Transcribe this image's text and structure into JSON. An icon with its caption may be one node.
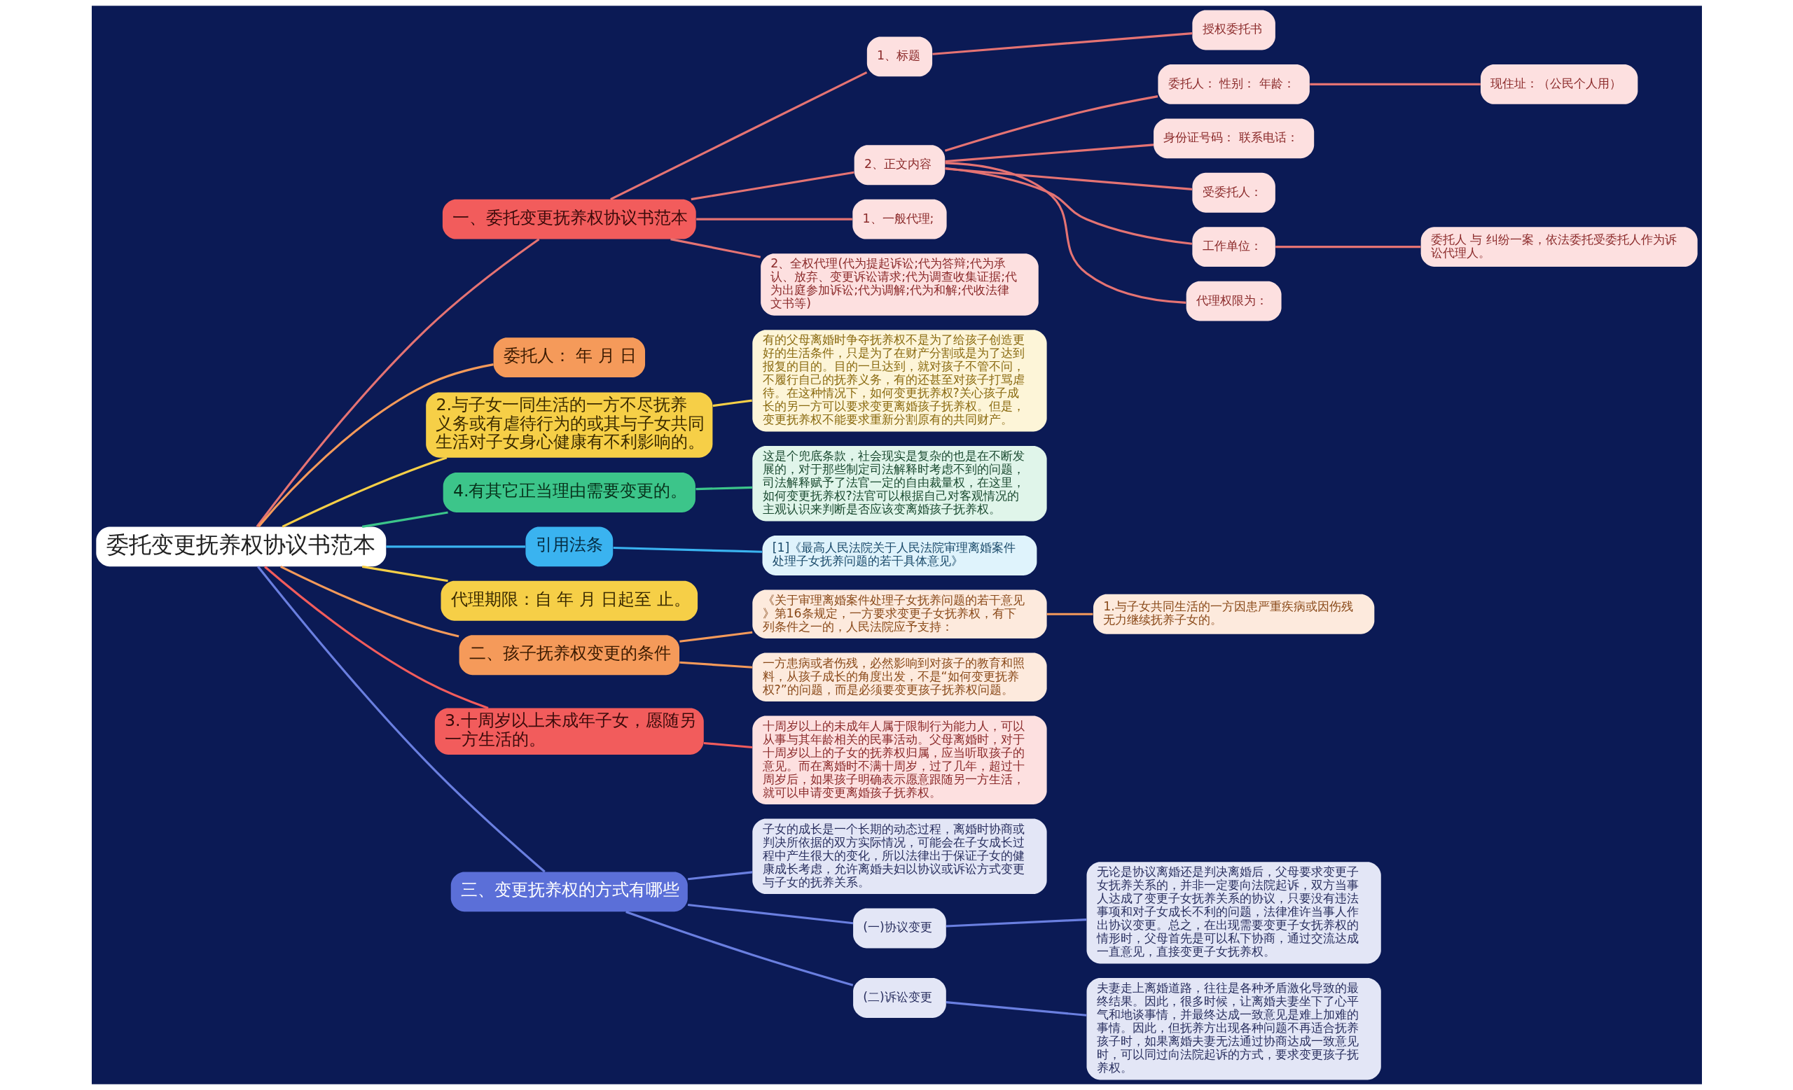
{
  "diagram": {
    "nodes": [
      {
        "text": [
          "委托变更抚养权协议书范本"
        ]
      },
      {
        "text": [
          "一、委托变更抚养权协议书范本"
        ]
      },
      {
        "text": [
          "1、标题"
        ]
      },
      {
        "text": [
          "授权委托书"
        ]
      },
      {
        "text": [
          "2、正文内容"
        ]
      },
      {
        "text": [
          "委托人： 性别： 年龄："
        ]
      },
      {
        "text": [
          "现住址：（公民个人用）"
        ]
      },
      {
        "text": [
          "身份证号码： 联系电话："
        ]
      },
      {
        "text": [
          "受委托人："
        ]
      },
      {
        "text": [
          "工作单位："
        ]
      },
      {
        "text": [
          "委托人 与 纠纷一案，依法委托受委托人作为诉讼代理人。"
        ]
      },
      {
        "text": [
          "代理权限为："
        ]
      },
      {
        "text": [
          "1、一般代理;"
        ]
      },
      {
        "text": [
          "2、全权代理(代为提起诉讼;代为答辩;代为承认、放弃、变更诉讼请求;代为调查收集证据;代为出庭参加诉讼;代为调解;代为和解;代收法律文书等)"
        ]
      },
      {
        "text": [
          "委托人： 年 月 日"
        ]
      },
      {
        "text": [
          "2.与子女一同生活的一方不尽抚养义务或有虐待行为的或其与子女共同生活对子女身心健康有不利影响的。"
        ]
      },
      {
        "text": [
          "有的父母离婚时争夺抚养权不是为了给孩子创造更好的生活条件，只是为了在财产分割或是为了达到报复的目的。目的一旦达到，就对孩子不管不问，不履行自己的抚养义务，有的还甚至对孩子打骂虐待。在这种情况下，如何变更抚养权?关心孩子成长的另一方可以要求变更离婚孩子抚养权。但是，变更抚养权不能要求重新分割原有的共同财产。"
        ]
      },
      {
        "text": [
          "4.有其它正当理由需要变更的。"
        ]
      },
      {
        "text": [
          "这是个兜底条款，社会现实是复杂的也是在不断发展的，对于那些制定司法解释时考虑不到的问题，司法解释赋予了法官一定的自由裁量权，在这里，如何变更抚养权?法官可以根据自己对客观情况的主观认识来判断是否应该变离婚孩子抚养权。"
        ]
      },
      {
        "text": [
          "引用法条"
        ]
      },
      {
        "text": [
          "[1]《最高人民法院关于人民法院审理离婚案件处理子女抚养问题的若干具体意见》"
        ]
      },
      {
        "text": [
          "代理期限：自 年 月 日起至 止。"
        ]
      },
      {
        "text": [
          "二、孩子抚养权变更的条件"
        ]
      },
      {
        "text": [
          "《关于审理离婚案件处理子女抚养问题的若干意见》第16条规定，一方要求变更子女抚养权，有下列条件之一的，人民法院应予支持："
        ]
      },
      {
        "text": [
          "1.与子女共同生活的一方因患严重疾病或因伤残无力继续抚养子女的。"
        ]
      },
      {
        "text": [
          "一方患病或者伤残，必然影响到对孩子的教育和照料，从孩子成长的角度出发，不是“如何变更抚养权?”的问题，而是必须要变更孩子抚养权问题。"
        ]
      },
      {
        "text": [
          "3.十周岁以上未成年子女，愿随另一方生活的。"
        ]
      },
      {
        "text": [
          "十周岁以上的未成年人属于限制行为能力人，可以从事与其年龄相关的民事活动。父母离婚时，对于十周岁以上的子女的抚养权归属，应当听取孩子的意见。而在离婚时不满十周岁，过了几年，超过十周岁后，如果孩子明确表示愿意跟随另一方生活，就可以申请变更离婚孩子抚养权。"
        ]
      },
      {
        "text": [
          "三、变更抚养权的方式有哪些"
        ]
      },
      {
        "text": [
          "子女的成长是一个长期的动态过程，离婚时协商或判决所依据的双方实际情况，可能会在子女成长过程中产生很大的变化，所以法律出于保证子女的健康成长考虑，允许离婚夫妇以协议或诉讼方式变更与子女的抚养关系。"
        ]
      },
      {
        "text": [
          "(一)协议变更"
        ]
      },
      {
        "text": [
          "无论是协议离婚还是判决离婚后，父母要求变更子女抚养关系的，并非一定要向法院起诉，双方当事人达成了变更子女抚养关系的协议，只要没有违法事项和对子女成长不利的问题，法律准许当事人作出协议变更。总之，在出现需要变更子女抚养权的情形时，父母首先是可以私下协商，通过交流达成一直意见，直接变更子女抚养权。"
        ]
      },
      {
        "text": [
          "(二)诉讼变更"
        ]
      },
      {
        "text": [
          "夫妻走上离婚道路，往往是各种矛盾激化导致的最终结果。因此，很多时候，让离婚夫妻坐下了心平气和地谈事情，并最终达成一致意见是难上加难的事情。因此，但抚养方出现各种问题不再适合抚养孩子时，如果离婚夫妻无法通过协商达成一致意见时，可以同过向法院起诉的方式，要求变更孩子抚养权。"
        ]
      }
    ],
    "edges": [
      {
        "from": 0,
        "to": 1,
        "arrow": "none"
      },
      {
        "from": 1,
        "to": 2,
        "arrow": "none"
      },
      {
        "from": 2,
        "to": 3,
        "arrow": "none"
      },
      {
        "from": 1,
        "to": 4,
        "arrow": "none"
      },
      {
        "from": 4,
        "to": 5,
        "arrow": "none"
      },
      {
        "from": 5,
        "to": 6,
        "arrow": "none"
      },
      {
        "from": 4,
        "to": 7,
        "arrow": "none"
      },
      {
        "from": 4,
        "to": 8,
        "arrow": "none"
      },
      {
        "from": 4,
        "to": 9,
        "arrow": "none"
      },
      {
        "from": 9,
        "to": 10,
        "arrow": "none"
      },
      {
        "from": 4,
        "to": 11,
        "arrow": "none"
      },
      {
        "from": 1,
        "to": 12,
        "arrow": "none"
      },
      {
        "from": 1,
        "to": 13,
        "arrow": "none"
      },
      {
        "from": 0,
        "to": 14,
        "arrow": "none",
        "color": "#f59a5a"
      },
      {
        "from": 0,
        "to": 15,
        "arrow": "none",
        "color": "#f6cf47"
      },
      {
        "from": 15,
        "to": 16,
        "arrow": "none",
        "color": "#f6cf47"
      },
      {
        "from": 0,
        "to": 17,
        "arrow": "none",
        "color": "#3cc58a"
      },
      {
        "from": 17,
        "to": 18,
        "arrow": "none",
        "color": "#3cc58a"
      },
      {
        "from": 0,
        "to": 19,
        "arrow": "none",
        "color": "#3ab3f0"
      },
      {
        "from": 19,
        "to": 20,
        "arrow": "none",
        "color": "#3ab3f0"
      },
      {
        "from": 0,
        "to": 21,
        "arrow": "none",
        "color": "#f6cf47"
      },
      {
        "from": 0,
        "to": 22,
        "arrow": "none",
        "color": "#f59a5a"
      },
      {
        "from": 22,
        "to": 23,
        "arrow": "none",
        "color": "#f59a5a"
      },
      {
        "from": 23,
        "to": 24,
        "arrow": "none",
        "color": "#f59a5a"
      },
      {
        "from": 22,
        "to": 25,
        "arrow": "none",
        "color": "#f59a5a"
      },
      {
        "from": 0,
        "to": 26,
        "arrow": "none",
        "color": "#f25c5c"
      },
      {
        "from": 26,
        "to": 27,
        "arrow": "none",
        "color": "#f25c5c"
      },
      {
        "from": 0,
        "to": 28,
        "arrow": "none",
        "color": "#6a7fe0"
      },
      {
        "from": 28,
        "to": 29,
        "arrow": "none",
        "color": "#6a7fe0"
      },
      {
        "from": 28,
        "to": 30,
        "arrow": "none",
        "color": "#6a7fe0"
      },
      {
        "from": 30,
        "to": 31,
        "arrow": "none",
        "color": "#6a7fe0"
      },
      {
        "from": 28,
        "to": 32,
        "arrow": "none",
        "color": "#6a7fe0"
      },
      {
        "from": 32,
        "to": 33,
        "arrow": "none",
        "color": "#6a7fe0"
      }
    ]
  }
}
